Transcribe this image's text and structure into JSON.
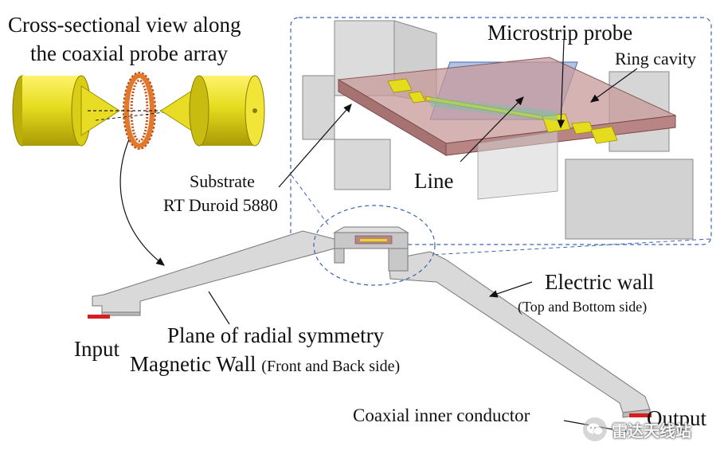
{
  "labels": {
    "cross_section_line1": "Cross-sectional view along",
    "cross_section_line2": "the coaxial probe array",
    "microstrip_probe": "Microstrip probe",
    "ring_cavity": "Ring cavity",
    "substrate_line1": "Substrate",
    "substrate_line2": "RT Duroid 5880",
    "line": "Line",
    "electric_wall": "Electric wall",
    "electric_wall_sub": "(Top and Bottom side)",
    "plane_symmetry": "Plane of radial symmetry",
    "magnetic_wall": "Magnetic Wall",
    "magnetic_wall_sub": "(Front and Back side)",
    "input": "Input",
    "output": "Output",
    "coaxial_inner": "Coaxial inner conductor"
  },
  "watermark": {
    "text": "雷达天线站",
    "icon": "wechat-icon"
  },
  "colors": {
    "conductor_yellow": "#e6dc1e",
    "ring_orange": "#e07a2a",
    "substrate_pink": "#c79a9a",
    "probe_blue": "#6f93d6",
    "port_red": "#d51f1f",
    "housing_gray": "#c8c8c8",
    "dashed_outline": "#3c63b5"
  }
}
